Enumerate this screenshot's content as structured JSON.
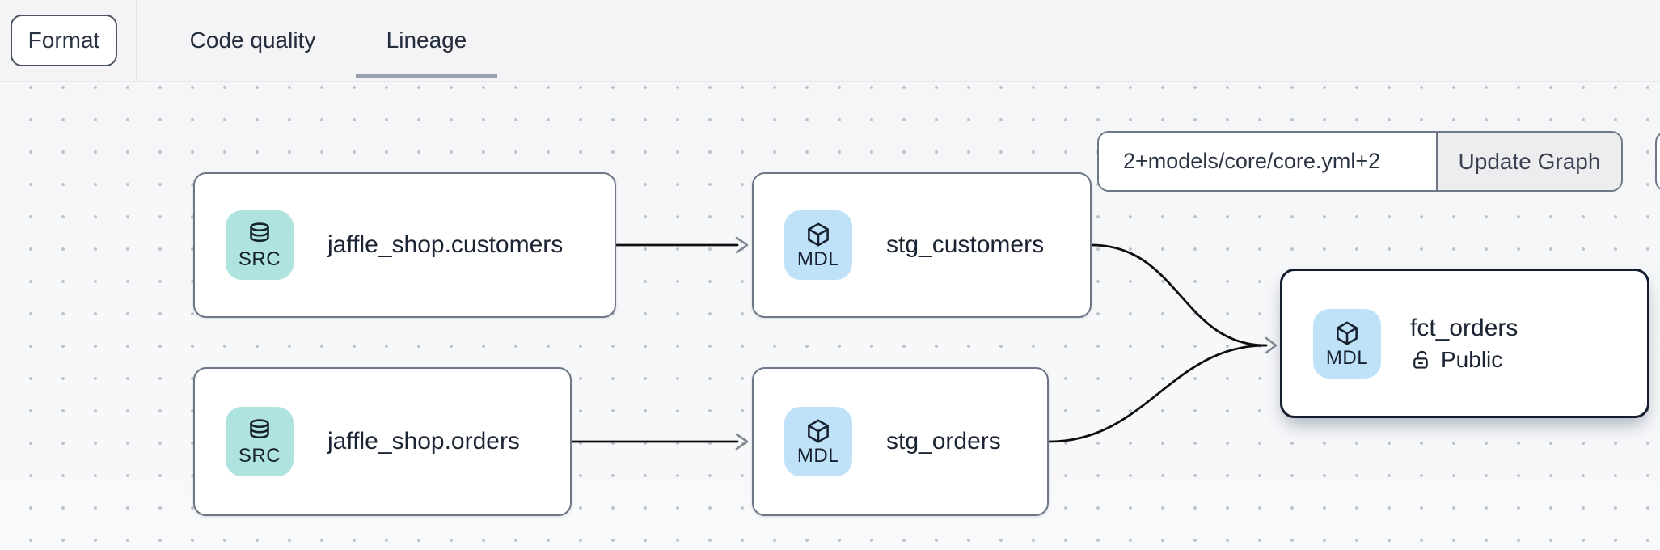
{
  "topbar": {
    "format_button": "Format",
    "tabs": [
      {
        "label": "Code quality",
        "active": false
      },
      {
        "label": "Lineage",
        "active": true
      }
    ]
  },
  "controls": {
    "selector_value": "2+models/core/core.yml+2",
    "update_button": "Update Graph"
  },
  "graph": {
    "nodes": [
      {
        "label": "jaffle_shop.customers",
        "badge": "SRC",
        "badge_icon": "database-icon",
        "badge_color": "#aee3df"
      },
      {
        "label": "stg_customers",
        "badge": "MDL",
        "badge_icon": "cube-icon",
        "badge_color": "#bfe2f9"
      },
      {
        "label": "jaffle_shop.orders",
        "badge": "SRC",
        "badge_icon": "database-icon",
        "badge_color": "#aee3df"
      },
      {
        "label": "stg_orders",
        "badge": "MDL",
        "badge_icon": "cube-icon",
        "badge_color": "#bfe2f9"
      },
      {
        "label": "fct_orders",
        "badge": "MDL",
        "badge_icon": "cube-icon",
        "badge_color": "#bfe2f9",
        "access_label": "Public",
        "access_icon": "unlocked-padlock-icon",
        "selected": true
      }
    ],
    "edges": [
      {
        "from": "jaffle_shop.customers",
        "to": "stg_customers"
      },
      {
        "from": "jaffle_shop.orders",
        "to": "stg_orders"
      },
      {
        "from": "stg_customers",
        "to": "fct_orders"
      },
      {
        "from": "stg_orders",
        "to": "fct_orders"
      }
    ]
  },
  "colors": {
    "topbar_bg": "#f4f4f6",
    "canvas_bg": "#f6f7f9",
    "node_border": "#6e7787",
    "selected_node_border": "#141d2e",
    "source_badge": "#aee3df",
    "model_badge": "#bfe2f9",
    "edge": "#0d0e10",
    "tab_underline": "#9aa2ae",
    "text_dark": "#1b2433"
  }
}
